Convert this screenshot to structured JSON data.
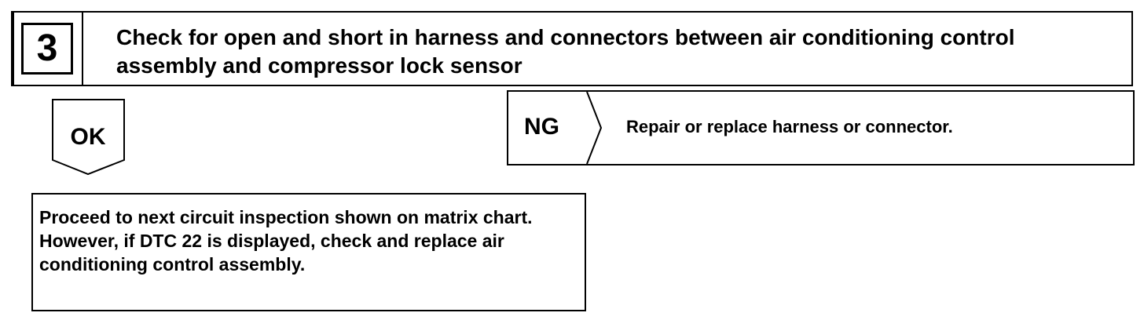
{
  "step": {
    "number": "3",
    "title": "Check for open and short in harness and connectors between air conditioning control assembly and compressor lock sensor"
  },
  "ok_branch": {
    "label": "OK",
    "action": "Proceed to next circuit inspection shown on matrix chart. However, if DTC 22 is displayed, check and replace air conditioning control assembly."
  },
  "ng_branch": {
    "label": "NG",
    "action": "Repair or replace harness or connector."
  }
}
